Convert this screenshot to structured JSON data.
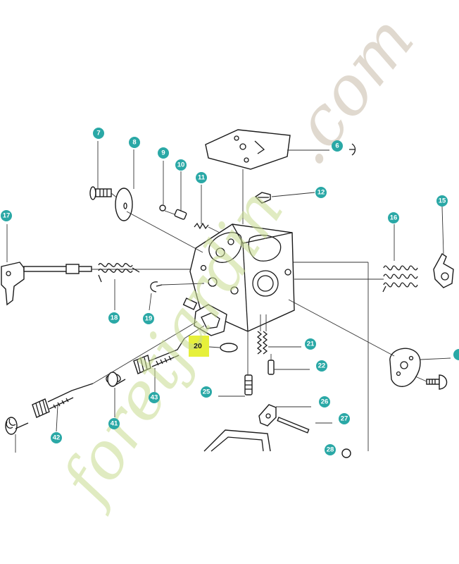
{
  "callouts": {
    "c6": "6",
    "c7": "7",
    "c8": "8",
    "c9": "9",
    "c10": "10",
    "c11": "11",
    "c12": "12",
    "c15": "15",
    "c16": "16",
    "c17": "17",
    "c18": "18",
    "c19": "19",
    "c20": "20",
    "c21": "21",
    "c22": "22",
    "c25": "25",
    "c26": "26",
    "c27": "27",
    "c28": "28",
    "c41": "41",
    "c42": "42",
    "c43": "43"
  },
  "highlight_color": "#e6f03a",
  "callout_color": "#2aa8a6",
  "watermark": {
    "brand": "foretjardin",
    "suffix": ".com"
  }
}
